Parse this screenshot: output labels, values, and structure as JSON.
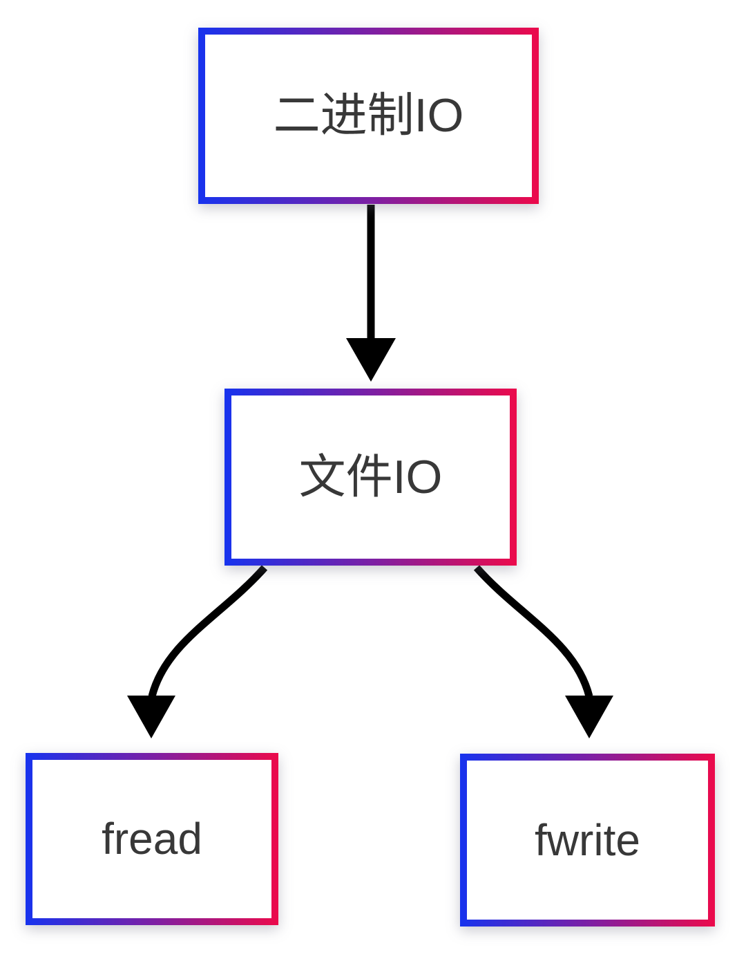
{
  "diagram": {
    "type": "flowchart",
    "direction": "top-down",
    "nodes": [
      {
        "id": "binary-io",
        "label": "二进制IO"
      },
      {
        "id": "file-io",
        "label": "文件IO"
      },
      {
        "id": "fread",
        "label": "fread"
      },
      {
        "id": "fwrite",
        "label": "fwrite"
      }
    ],
    "edges": [
      {
        "from": "binary-io",
        "to": "file-io",
        "style": "straight-arrow"
      },
      {
        "from": "file-io",
        "to": "fread",
        "style": "curved-arrow"
      },
      {
        "from": "file-io",
        "to": "fwrite",
        "style": "curved-arrow"
      }
    ]
  },
  "theme": {
    "background": "#ffffff",
    "border_gradient_start": "#1733ee",
    "border_gradient_mid": "#7f1fa2",
    "border_gradient_end": "#ec0a4b",
    "arrow_color": "#000000",
    "text_color": "#383838"
  }
}
